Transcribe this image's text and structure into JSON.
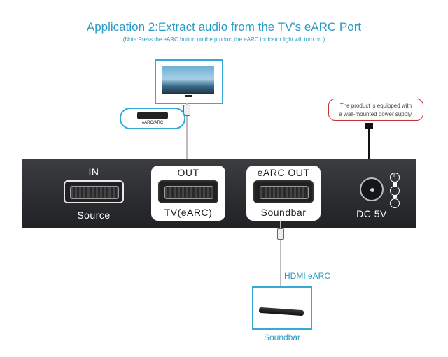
{
  "header": {
    "title": "Application 2:Extract audio from the TV's eARC Port",
    "note": "(Note:Press the eARC button on the product,the eARC indicator light will turn on.)"
  },
  "tv": {
    "port_label": "eARC/ARC"
  },
  "power_note": {
    "line1": "The product is equipped with",
    "line2": "a wall-mounted power supply."
  },
  "device": {
    "ports": [
      {
        "top_label": "IN",
        "bottom_label": "Source"
      },
      {
        "top_label": "OUT",
        "bottom_label": "TV(eARC)"
      },
      {
        "top_label": "eARC OUT",
        "bottom_label": "Soundbar"
      }
    ],
    "power_label": "DC 5V",
    "polarity": {
      "plus": "+",
      "minus": "−"
    }
  },
  "cable": {
    "label": "HDMI eARC"
  },
  "soundbar": {
    "label": "Soundbar"
  },
  "colors": {
    "accent": "#2a9bc4",
    "note_border": "#c0313a",
    "device_body": "#2b2c2f"
  }
}
